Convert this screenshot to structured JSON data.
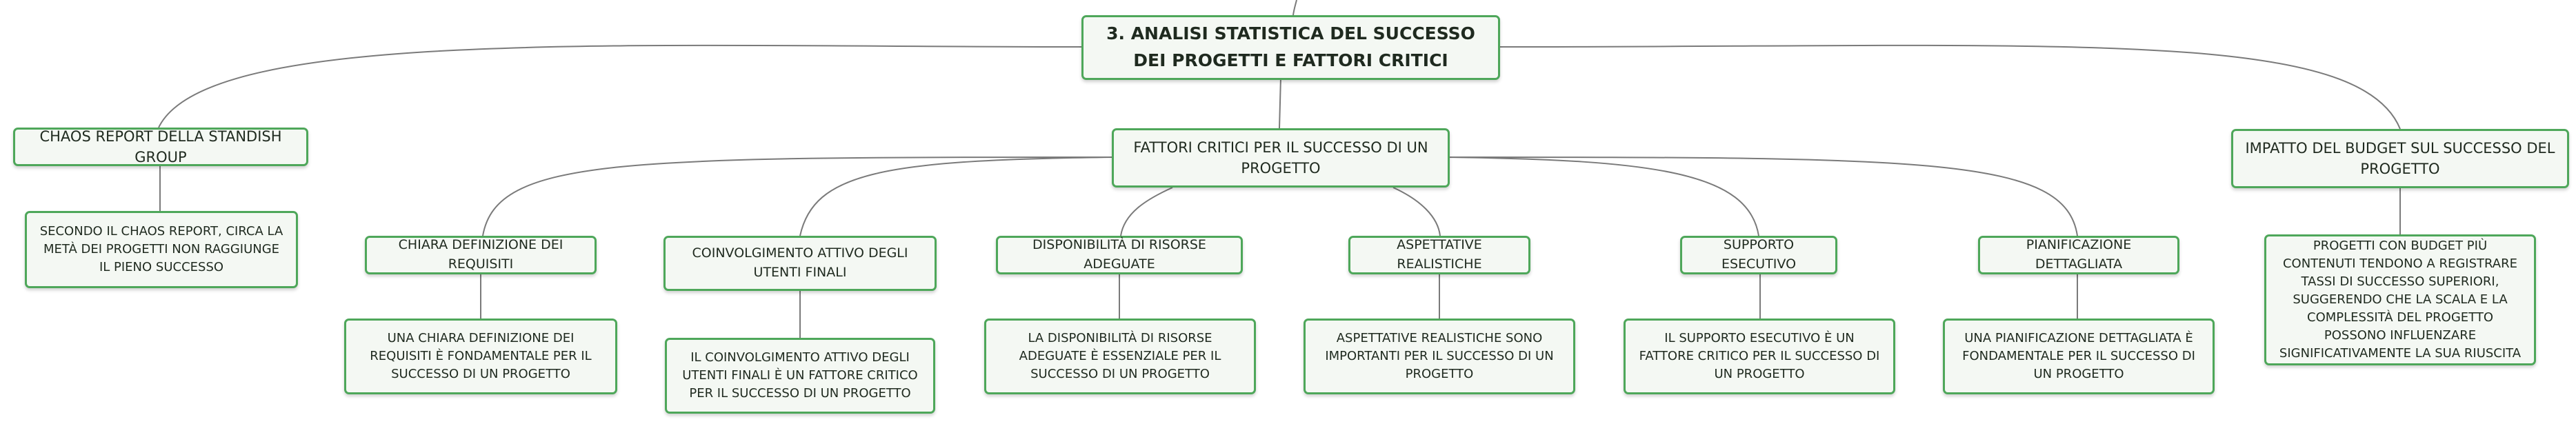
{
  "root": {
    "text": "3. ANALISI STATISTICA DEL SUCCESSO DEI PROGETTI E FATTORI CRITICI"
  },
  "chaos": {
    "title": "CHAOS REPORT DELLA STANDISH GROUP",
    "detail": "SECONDO IL CHAOS REPORT, CIRCA LA METÀ DEI PROGETTI NON RAGGIUNGE IL PIENO SUCCESSO"
  },
  "fattori": {
    "title": "FATTORI CRITICI PER IL SUCCESSO DI UN PROGETTO",
    "items": [
      {
        "title": "CHIARA DEFINIZIONE DEI REQUISITI",
        "detail": "UNA CHIARA DEFINIZIONE DEI REQUISITI È FONDAMENTALE PER IL SUCCESSO DI UN PROGETTO"
      },
      {
        "title": "COINVOLGIMENTO ATTIVO DEGLI UTENTI FINALI",
        "detail": "IL COINVOLGIMENTO ATTIVO DEGLI UTENTI FINALI È UN FATTORE CRITICO PER IL SUCCESSO DI UN PROGETTO"
      },
      {
        "title": "DISPONIBILITÀ DI RISORSE ADEGUATE",
        "detail": "LA DISPONIBILITÀ DI RISORSE ADEGUATE È ESSENZIALE PER IL SUCCESSO DI UN PROGETTO"
      },
      {
        "title": "ASPETTATIVE REALISTICHE",
        "detail": "ASPETTATIVE REALISTICHE SONO IMPORTANTI PER IL SUCCESSO DI UN PROGETTO"
      },
      {
        "title": "SUPPORTO ESECUTIVO",
        "detail": "IL SUPPORTO ESECUTIVO È UN FATTORE CRITICO PER IL SUCCESSO DI UN PROGETTO"
      },
      {
        "title": "PIANIFICAZIONE DETTAGLIATA",
        "detail": "UNA PIANIFICAZIONE DETTAGLIATA È FONDAMENTALE PER IL SUCCESSO DI UN PROGETTO"
      }
    ]
  },
  "budget": {
    "title": "IMPATTO DEL BUDGET SUL SUCCESSO DEL PROGETTO",
    "detail": "PROGETTI CON BUDGET PIÙ CONTENUTI TENDONO A REGISTRARE TASSI DI SUCCESSO SUPERIORI, SUGGERENDO CHE LA SCALA E LA COMPLESSITÀ DEL PROGETTO POSSONO INFLUENZARE SIGNIFICATIVAMENTE LA SUA RIUSCITA"
  }
}
